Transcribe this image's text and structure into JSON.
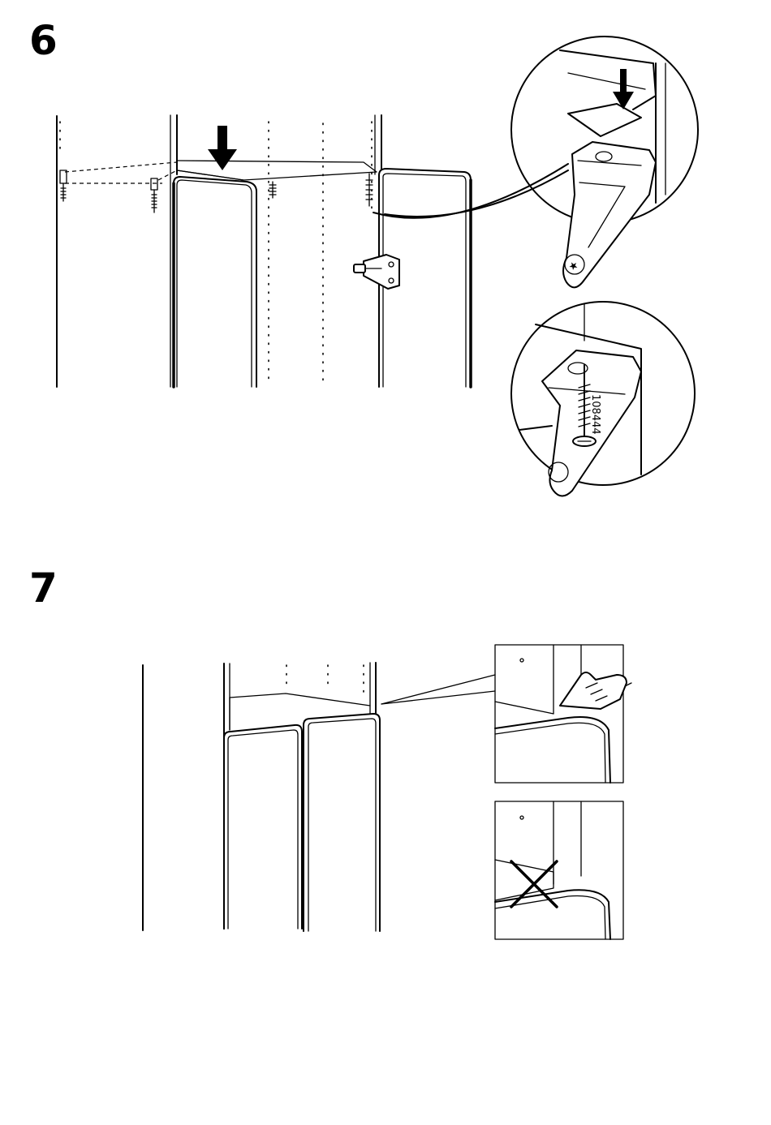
{
  "steps": [
    {
      "number": "6"
    },
    {
      "number": "7"
    }
  ],
  "screw_code": "108444",
  "icons": {
    "arrow": "down-arrow-icon",
    "screw": "screw-icon",
    "hinge": "hinge-icon",
    "bracket": "shelf-bracket-icon",
    "hand": "pointing-hand-icon",
    "wrong": "cross-mark-icon"
  }
}
